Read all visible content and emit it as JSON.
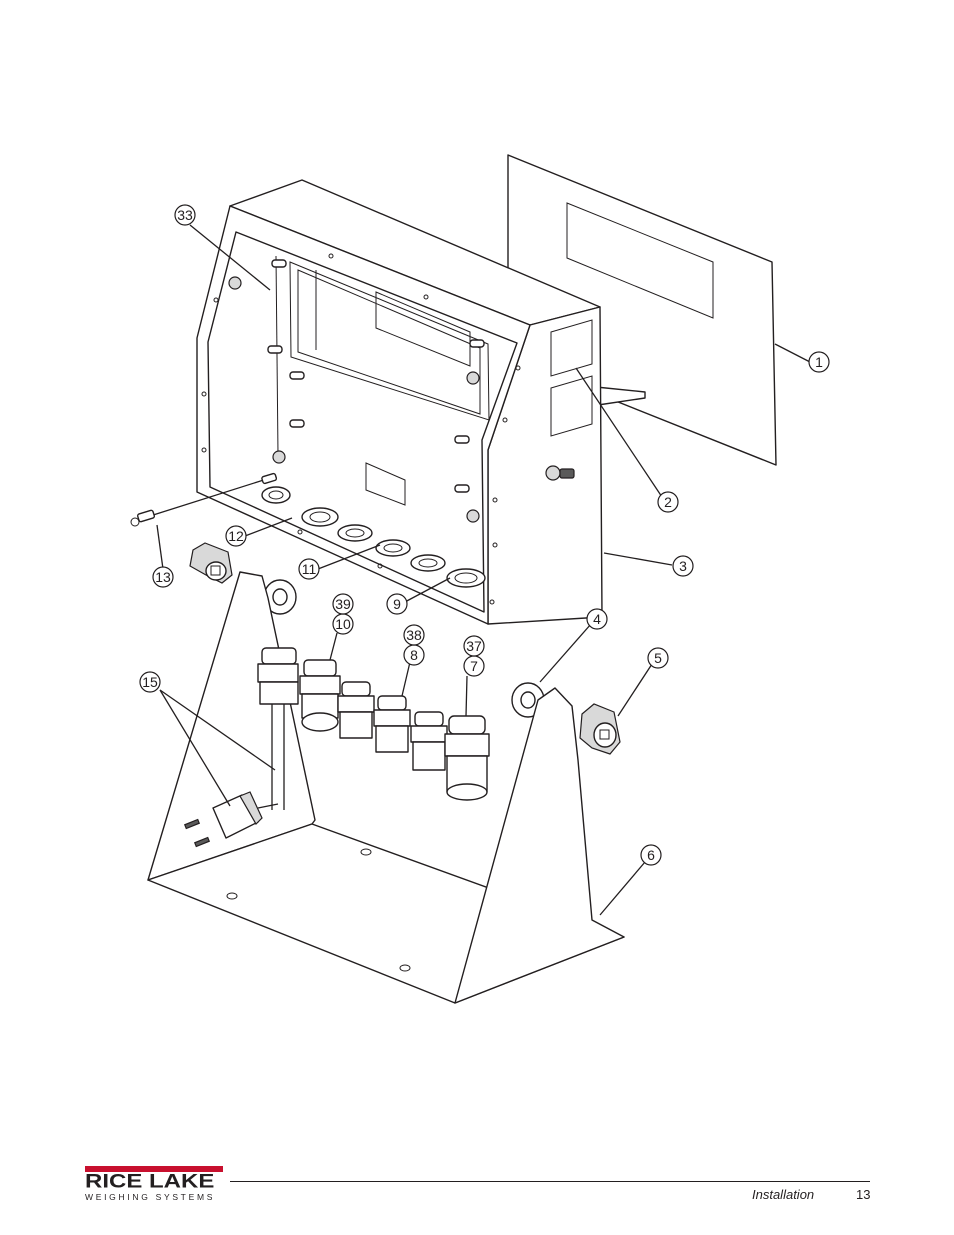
{
  "callouts": [
    "1",
    "2",
    "3",
    "4",
    "5",
    "6",
    "7",
    "8",
    "9",
    "10",
    "11",
    "12",
    "13",
    "15",
    "33",
    "37",
    "38",
    "39"
  ],
  "footer": {
    "brand": "RICE LAKE",
    "brand_sub": "WEIGHING SYSTEMS",
    "section": "Installation",
    "page_number": "13",
    "brand_color": "#c8102e"
  }
}
